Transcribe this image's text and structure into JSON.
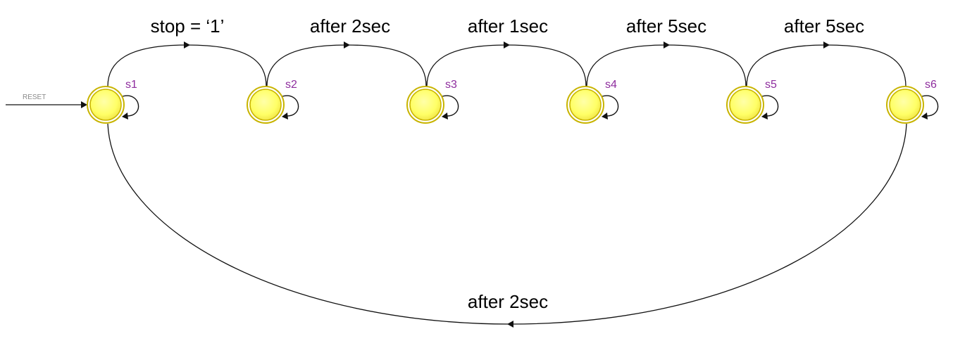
{
  "colors": {
    "state_fill": "#ffff66",
    "state_ring": "#c8b400",
    "state_label": "#8e2c9e",
    "edge": "#111111",
    "reset_text": "#8a8a8a"
  },
  "reset": {
    "label": "RESET",
    "target": "s1"
  },
  "states": [
    {
      "id": "s1",
      "label": "s1"
    },
    {
      "id": "s2",
      "label": "s2"
    },
    {
      "id": "s3",
      "label": "s3"
    },
    {
      "id": "s4",
      "label": "s4"
    },
    {
      "id": "s5",
      "label": "s5"
    },
    {
      "id": "s6",
      "label": "s6"
    }
  ],
  "transitions": [
    {
      "from": "s1",
      "to": "s2",
      "label": "stop = ‘1’"
    },
    {
      "from": "s2",
      "to": "s3",
      "label": "after 2sec"
    },
    {
      "from": "s3",
      "to": "s4",
      "label": "after 1sec"
    },
    {
      "from": "s4",
      "to": "s5",
      "label": "after 5sec"
    },
    {
      "from": "s5",
      "to": "s6",
      "label": "after 5sec"
    },
    {
      "from": "s6",
      "to": "s1",
      "label": "after 2sec"
    }
  ]
}
